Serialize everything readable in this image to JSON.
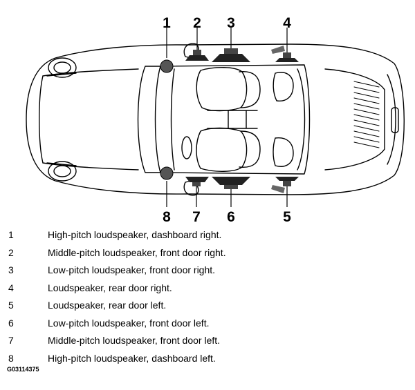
{
  "callouts": [
    "1",
    "2",
    "3",
    "4",
    "5",
    "6",
    "7",
    "8"
  ],
  "legend": [
    {
      "number": "1",
      "text": "High-pitch loudspeaker, dashboard right."
    },
    {
      "number": "2",
      "text": "Middle-pitch loudspeaker, front door right."
    },
    {
      "number": "3",
      "text": "Low-pitch loudspeaker, front door right."
    },
    {
      "number": "4",
      "text": "Loudspeaker, rear door right."
    },
    {
      "number": "5",
      "text": "Loudspeaker, rear door left."
    },
    {
      "number": "6",
      "text": "Low-pitch loudspeaker, front door left."
    },
    {
      "number": "7",
      "text": "Middle-pitch loudspeaker, front door left."
    },
    {
      "number": "8",
      "text": "High-pitch loudspeaker, dashboard left."
    }
  ],
  "figure_code": "G03114375"
}
